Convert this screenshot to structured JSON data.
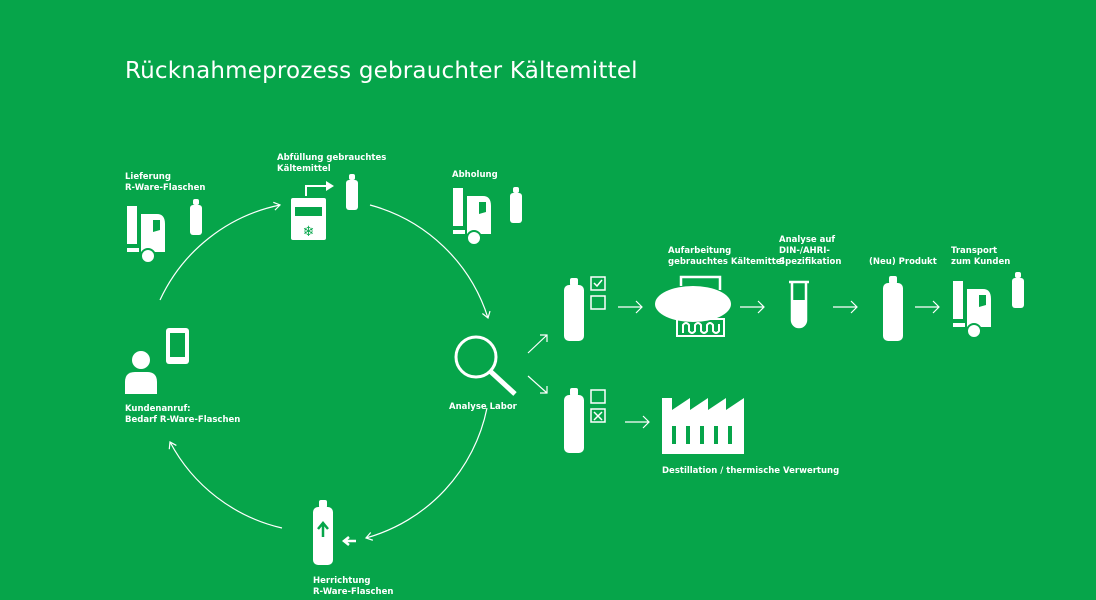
{
  "title": "Rücknahmeprozess gebrauchter Kältemittel",
  "cycle": {
    "lieferung": [
      "Lieferung",
      "R-Ware-Flaschen"
    ],
    "abfuellung": [
      "Abfüllung gebrauchtes",
      "Kältemittel"
    ],
    "abholung": [
      "Abholung"
    ],
    "analyse_labor": [
      "Analyse Labor"
    ],
    "herrichtung": [
      "Herrichtung",
      "R-Ware-Flaschen"
    ],
    "kundenanruf": [
      "Kundenanruf:",
      "Bedarf R-Ware-Flaschen"
    ]
  },
  "process": {
    "aufarbeitung": [
      "Aufarbeitung",
      "gebrauchtes Kältemittel"
    ],
    "analyse_spez": [
      "Analyse auf",
      "DIN-/AHRI-",
      "Spezifikation"
    ],
    "produkt": [
      "(Neu) Produkt"
    ],
    "transport": [
      "Transport",
      "zum Kunden"
    ],
    "destillation": [
      "Destillation / thermische Verwertung"
    ]
  },
  "colors": {
    "background": "#06a54a",
    "foreground": "#ffffff"
  }
}
